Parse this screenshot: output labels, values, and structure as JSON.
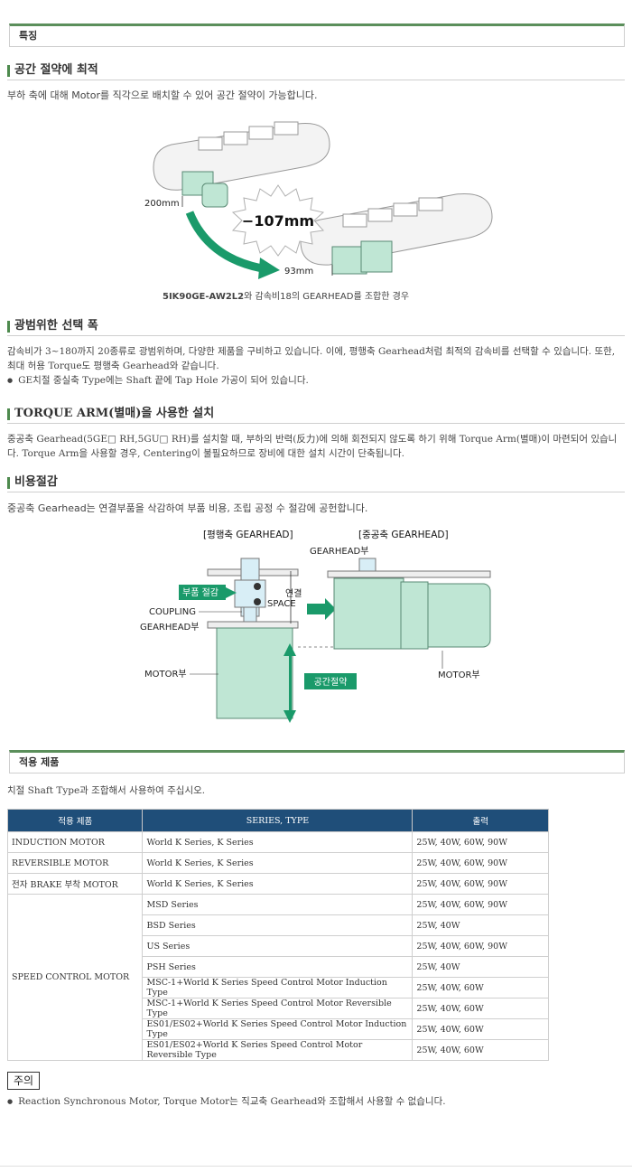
{
  "header_features": "특징",
  "sections": [
    {
      "title": "공간 절약에 최적",
      "text": "부하 축에 대해 Motor를 직각으로 배치할 수 있어 공간 절약이 가능합니다."
    },
    {
      "title": "광범위한 선택 폭",
      "text": "감속비가 3~180까지 20종류로 광범위하며, 다양한 제품을 구비하고 있습니다. 이에, 평행축 Gearhead처럼 최적의 감속비를 선택할 수 있습니다. 또한, 최대 허용 Torque도 평행축 Gearhead와 같습니다.",
      "bullet": "GE치절 중실축 Type에는 Shaft 끝에 Tap Hole 가공이 되어 있습니다."
    },
    {
      "title": "TORQUE ARM(별매)을 사용한 설치",
      "text": "중공축 Gearhead(5GE□ RH,5GU□ RH)를 설치할 때, 부하의 반력(反力)에 의해 회전되지 않도록 하기 위해 Torque Arm(별매)이 마련되어 있습니다. Torque Arm을 사용할 경우, Centering이 불필요하므로 장비에 대한 설치 시간이 단축됩니다."
    },
    {
      "title": "비용절감",
      "text": "중공축 Gearhead는 연결부품을 삭감하여 부품 비용, 조립 공정 수 절감에 공헌합니다."
    }
  ],
  "diagram1": {
    "label_200": "200mm",
    "label_minus": "−107mm",
    "label_93": "93mm",
    "caption_bold": "5IK90GE-AW2L2",
    "caption_rest": "와 감속비18의 GEARHEAD를 조합한 경우"
  },
  "diagram2": {
    "title_parallel": "[평행축 GEARHEAD]",
    "title_hollow": "[중공축 GEARHEAD]",
    "gearhead_part_top": "GEARHEAD부",
    "parts_save": "부품 절감",
    "coupling": "COUPLING",
    "gearhead_part": "GEARHEAD부",
    "connect": "연결",
    "space": "SPACE",
    "motor_part_left": "MOTOR부",
    "motor_part_right": "MOTOR부",
    "space_save": "공간절약"
  },
  "header_products": "적용 제품",
  "products_note": "치절 Shaft Type과 조합해서 사용하여 주십시오.",
  "table": {
    "headers": [
      "적용 제품",
      "SERIES, TYPE",
      "출력"
    ],
    "rows": [
      {
        "product": "INDUCTION MOTOR",
        "series": "World K Series, K Series",
        "output": "25W, 40W, 60W, 90W"
      },
      {
        "product": "REVERSIBLE MOTOR",
        "series": "World K Series, K Series",
        "output": "25W, 40W, 60W, 90W"
      },
      {
        "product": "전자 BRAKE 부착 MOTOR",
        "series": "World K Series, K Series",
        "output": "25W, 40W, 60W, 90W"
      }
    ],
    "speed_control": {
      "product": "SPEED CONTROL MOTOR",
      "rows": [
        {
          "series": "MSD Series",
          "output": "25W, 40W, 60W, 90W"
        },
        {
          "series": "BSD Series",
          "output": "25W, 40W"
        },
        {
          "series": "US Series",
          "output": "25W, 40W, 60W, 90W"
        },
        {
          "series": "PSH Series",
          "output": "25W, 40W"
        },
        {
          "series": "MSC-1+World K Series Speed Control Motor Induction Type",
          "output": "25W, 40W, 60W"
        },
        {
          "series": "MSC-1+World K Series Speed Control Motor Reversible Type",
          "output": "25W, 40W, 60W"
        },
        {
          "series": "ES01/ES02+World K Series Speed Control Motor Induction Type",
          "output": "25W, 40W, 60W"
        },
        {
          "series": "ES01/ES02+World K Series Speed Control Motor Reversible Type",
          "output": "25W, 40W, 60W"
        }
      ]
    }
  },
  "caution_label": "주의",
  "caution_text": "Reaction Synchronous Motor, Torque Motor는 직교축 Gearhead와 조합해서 사용할 수 없습니다.",
  "colors": {
    "accent_green": "#4e8a4e",
    "table_header": "#1f4e79",
    "motor_mint": "#bfe6d4",
    "arrow_green": "#1a9a6a"
  }
}
